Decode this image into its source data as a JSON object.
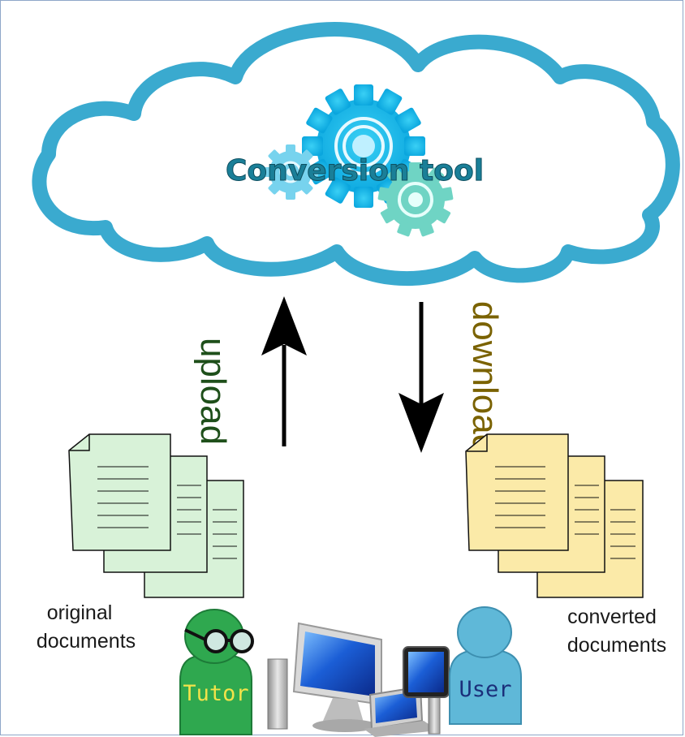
{
  "cloud": {
    "title": "Conversion tool",
    "border_color": "#3aaacf",
    "title_color": "#1a7f98"
  },
  "labels": {
    "upload": "upload",
    "download": "download"
  },
  "original_documents": {
    "line1": "original",
    "line2": "documents",
    "color": "#d8f2d8"
  },
  "converted_documents": {
    "line1": "converted",
    "line2": "documents",
    "color": "#fbeaa8"
  },
  "actors": {
    "tutor": {
      "label": "Tutor",
      "body_color": "#2fa84f",
      "text_color": "#f2e34a"
    },
    "user": {
      "label": "User",
      "body_color": "#5fb8d8",
      "text_color": "#1b2f7a"
    }
  },
  "icons": [
    "gear-icon",
    "arrow-up-icon",
    "arrow-down-icon",
    "document-stack-icon",
    "desktop-computer-icon",
    "laptop-icon",
    "tablet-icon",
    "glasses-icon"
  ]
}
